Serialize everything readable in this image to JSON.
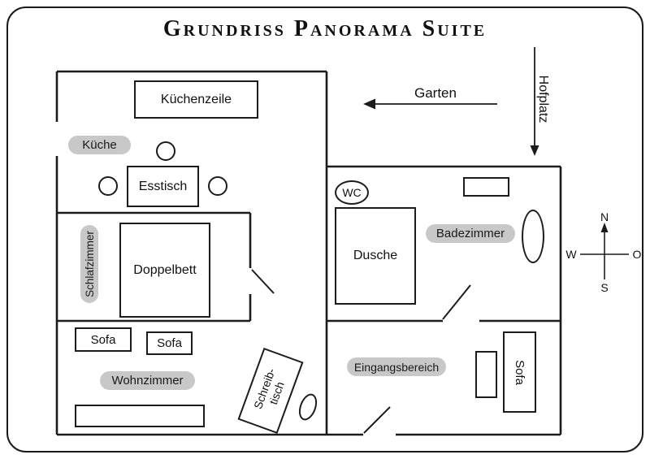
{
  "title": "Grundriss Panorama Suite",
  "outside": {
    "garden": "Garten",
    "courtyard": "Hofplatz"
  },
  "compass": {
    "n": "N",
    "o": "O",
    "s": "S",
    "w": "W"
  },
  "rooms": {
    "kitchen": "Küche",
    "bedroom": "Schlafzimmer",
    "living_room": "Wohnzimmer",
    "bathroom": "Badezimmer",
    "entrance": "Eingangsbereich"
  },
  "fixtures": {
    "kitchen_unit": "Küchenzeile",
    "dining_table": "Esstisch",
    "double_bed": "Doppelbett",
    "sofa_living_1": "Sofa",
    "sofa_living_2": "Sofa",
    "sofa_entrance": "Sofa",
    "shower": "Dusche",
    "wc": "WC",
    "desk": "Schreib-\ntisch"
  }
}
